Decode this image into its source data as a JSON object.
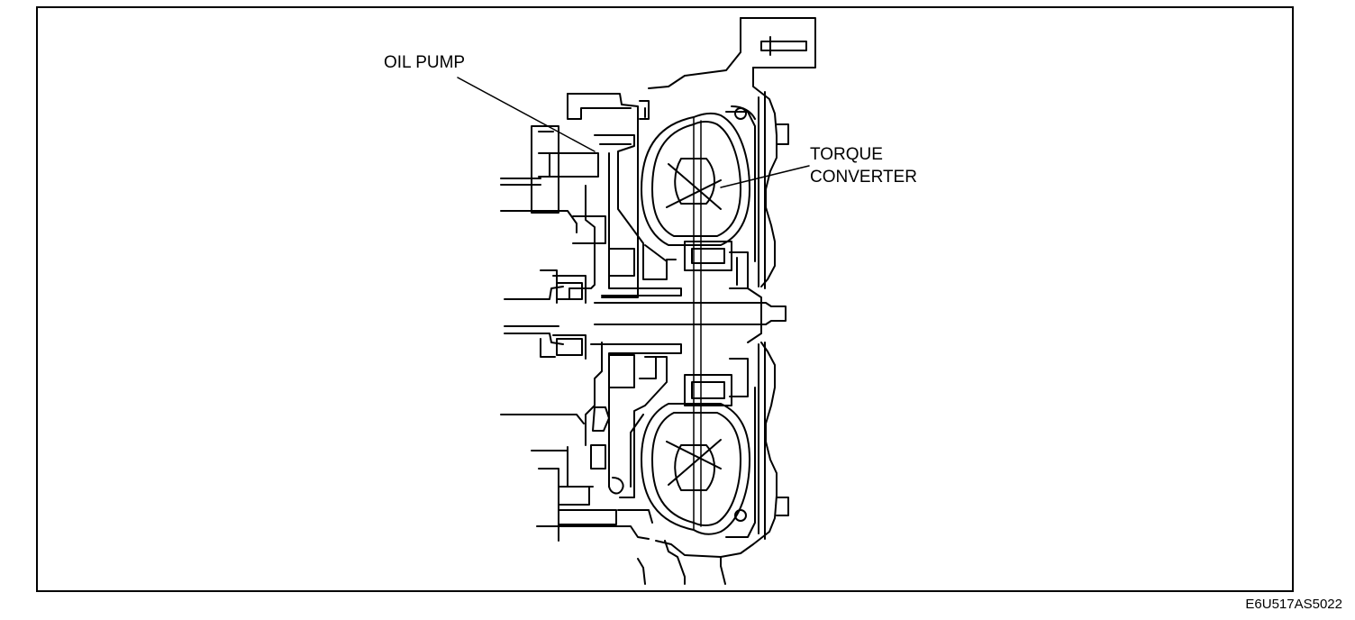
{
  "labels": {
    "oil_pump": "OIL PUMP",
    "torque_converter_line1": "TORQUE",
    "torque_converter_line2": "CONVERTER"
  },
  "figure_code": "E6U517AS5022",
  "colors": {
    "ink": "#000000",
    "paper": "#ffffff"
  }
}
